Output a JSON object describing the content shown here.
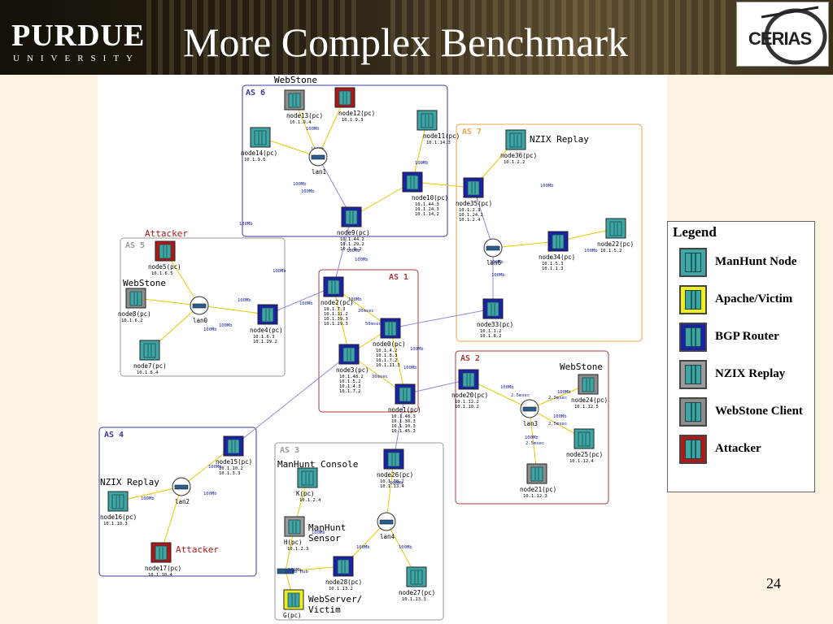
{
  "header": {
    "logo_text": "PURDUE",
    "logo_subtext": "UNIVERSITY",
    "title": "More Complex Benchmark",
    "right_logo_text": "CERIAS"
  },
  "colors": {
    "manhunt": "#3fa5a5",
    "apache": "#f2ef1e",
    "bgp": "#1a23a8",
    "nzix": "#9a9a9a",
    "webstone": "#8c8c8c",
    "attacker": "#b01818",
    "as_border_blue": "#3a3a9a",
    "as_border_orange": "#e8a54a",
    "as_border_red": "#a83a3a",
    "as_border_grey": "#9a9a9a",
    "link_blue": "#8c8ce0",
    "link_yellow": "#e8c800"
  },
  "legend": {
    "title": "Legend",
    "items": [
      {
        "label": "ManHunt Node",
        "color": "manhunt"
      },
      {
        "label": "Apache/Victim",
        "color": "apache"
      },
      {
        "label": "BGP Router",
        "color": "bgp"
      },
      {
        "label": "NZIX Replay",
        "color": "nzix"
      },
      {
        "label": "WebStone Client",
        "color": "webstone"
      },
      {
        "label": "Attacker",
        "color": "attacker"
      }
    ]
  },
  "as_boxes": [
    {
      "label": "AS 6",
      "role": "WebStone",
      "border": "as_border_blue"
    },
    {
      "label": "AS 7",
      "role": "NZIX Replay",
      "border": "as_border_orange"
    },
    {
      "label": "AS 5",
      "role": "Attacker",
      "border": "as_border_grey"
    },
    {
      "label": "AS 1",
      "role": "",
      "border": "as_border_red"
    },
    {
      "label": "AS 2",
      "role": "WebStone",
      "border": "as_border_red"
    },
    {
      "label": "AS 4",
      "role": "",
      "border": "as_border_blue"
    },
    {
      "label": "AS 3",
      "role": "",
      "border": "as_border_grey"
    }
  ],
  "nodes": [
    {
      "id": "node13",
      "name": "node13(pc)",
      "ips": [
        "10.1.9.4"
      ],
      "type": "webstone"
    },
    {
      "id": "node12",
      "name": "node12(pc)",
      "ips": [
        "10.1.9.3"
      ],
      "type": "attacker"
    },
    {
      "id": "node11",
      "name": "node11(pc)",
      "ips": [
        "10.1.14.3"
      ],
      "type": "manhunt"
    },
    {
      "id": "node14",
      "name": "node14(pc)",
      "ips": [
        "10.1.9.5"
      ],
      "type": "manhunt"
    },
    {
      "id": "node10",
      "name": "node10(pc)",
      "ips": [
        "10.1.44.3",
        "10.1.24.3",
        "10.1.14.2"
      ],
      "type": "bgp"
    },
    {
      "id": "node9",
      "name": "node9(pc)",
      "ips": [
        "10.1.44.2",
        "10.1.29.2",
        "10.1.9.2"
      ],
      "type": "bgp"
    },
    {
      "id": "node36",
      "name": "node36(pc)",
      "ips": [
        "10.1.2.2"
      ],
      "type": "manhunt"
    },
    {
      "id": "node35",
      "name": "node35(pc)",
      "ips": [
        "10.1.2.3",
        "10.1.24.2",
        "10.1.2.4"
      ],
      "type": "bgp"
    },
    {
      "id": "node34",
      "name": "node34(pc)",
      "ips": [
        "10.1.5.3",
        "10.1.1.3"
      ],
      "type": "bgp"
    },
    {
      "id": "node22",
      "name": "node22(pc)",
      "ips": [
        "10.1.5.2"
      ],
      "type": "manhunt"
    },
    {
      "id": "node33",
      "name": "node33(pc)",
      "ips": [
        "10.1.1.2",
        "10.1.8.2"
      ],
      "type": "bgp"
    },
    {
      "id": "node5",
      "name": "node5(pc)",
      "ips": [
        "10.1.6.5"
      ],
      "type": "attacker"
    },
    {
      "id": "node8",
      "name": "node8(pc)",
      "ips": [
        "10.1.6.2"
      ],
      "type": "webstone"
    },
    {
      "id": "node7",
      "name": "node7(pc)",
      "ips": [
        "10.1.6.4"
      ],
      "type": "manhunt"
    },
    {
      "id": "node4",
      "name": "node4(pc)",
      "ips": [
        "10.1.6.3",
        "10.1.29.2"
      ],
      "type": "bgp"
    },
    {
      "id": "node2",
      "name": "node2(pc)",
      "ips": [
        "10.1.7.3",
        "10.1.11.2",
        "10.1.39.3",
        "10.1.29.3"
      ],
      "type": "bgp"
    },
    {
      "id": "node0",
      "name": "node0(pc)",
      "ips": [
        "10.1.4.2",
        "10.1.8.3",
        "10.1.7.2",
        "10.1.11.3"
      ],
      "type": "bgp"
    },
    {
      "id": "node3",
      "name": "node3(pc)",
      "ips": [
        "10.1.48.2",
        "10.1.5.2",
        "10.1.4.3",
        "10.1.7.2"
      ],
      "type": "bgp"
    },
    {
      "id": "node1",
      "name": "node1(pc)",
      "ips": [
        "10.1.48.3",
        "10.1.38.3",
        "10.1.10.3",
        "10.1.45.3"
      ],
      "type": "bgp"
    },
    {
      "id": "node20",
      "name": "node20(pc)",
      "ips": [
        "10.1.12.2",
        "10.1.10.2"
      ],
      "type": "bgp"
    },
    {
      "id": "node24",
      "name": "node24(pc)",
      "ips": [
        "10.1.12.5"
      ],
      "type": "webstone"
    },
    {
      "id": "node25",
      "name": "node25(pc)",
      "ips": [
        "10.1.12.4"
      ],
      "type": "manhunt"
    },
    {
      "id": "node21",
      "name": "node21(pc)",
      "ips": [
        "10.1.12.3"
      ],
      "type": "webstone"
    },
    {
      "id": "node15",
      "name": "node15(pc)",
      "ips": [
        "10.1.10.2",
        "10.1.3.3"
      ],
      "type": "bgp"
    },
    {
      "id": "node16",
      "name": "node16(pc)",
      "ips": [
        "10.1.10.3"
      ],
      "type": "manhunt"
    },
    {
      "id": "node17",
      "name": "node17(pc)",
      "ips": [
        "10.1.10.4"
      ],
      "type": "attacker"
    },
    {
      "id": "node26",
      "name": "node26(pc)",
      "ips": [
        "10.1.38.2",
        "10.1.13.4"
      ],
      "type": "bgp"
    },
    {
      "id": "K",
      "name": "K(pc)",
      "ips": [
        "10.1.2.4"
      ],
      "type": "manhunt"
    },
    {
      "id": "H",
      "name": "H(pc)",
      "ips": [
        "10.1.2.3"
      ],
      "type": "nzix"
    },
    {
      "id": "node28",
      "name": "node28(pc)",
      "ips": [
        "10.1.13.2"
      ],
      "type": "bgp"
    },
    {
      "id": "node27",
      "name": "node27(pc)",
      "ips": [
        "10.1.13.3"
      ],
      "type": "manhunt"
    },
    {
      "id": "G",
      "name": "G(pc)",
      "ips": [],
      "type": "apache"
    }
  ],
  "lans": [
    {
      "id": "lan1",
      "name": "lan1"
    },
    {
      "id": "lan6",
      "name": "lan6"
    },
    {
      "id": "lan0",
      "name": "lan0"
    },
    {
      "id": "lan3",
      "name": "lan3"
    },
    {
      "id": "lan2",
      "name": "lan2"
    },
    {
      "id": "lan4",
      "name": "lan4"
    }
  ],
  "hubs": [
    {
      "id": "hub",
      "name": "100Mb Hub"
    }
  ],
  "role_labels": [
    {
      "text": "NZIX Replay",
      "color": "#000"
    },
    {
      "text": "WebStone",
      "color": "#000"
    },
    {
      "text": "Attacker",
      "color": "#b01818"
    },
    {
      "text": "WebStone",
      "color": "#000"
    },
    {
      "text": "WebStone",
      "color": "#000"
    },
    {
      "text": "NZIX Replay",
      "color": "#000"
    },
    {
      "text": "Attacker",
      "color": "#b01818"
    },
    {
      "text": "ManHunt Console",
      "color": "#000"
    },
    {
      "text": "ManHunt",
      "color": "#000"
    },
    {
      "text": "Sensor",
      "color": "#000"
    },
    {
      "text": "WebServer/",
      "color": "#000"
    },
    {
      "text": "Victim",
      "color": "#000"
    }
  ],
  "link_label": "100Mb",
  "latency_labels": [
    "20msec",
    "50msec",
    "30msec",
    "2.5msec"
  ],
  "page_number": "24"
}
